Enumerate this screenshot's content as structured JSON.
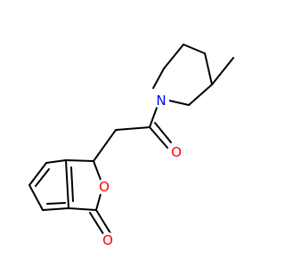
{
  "molecule": {
    "atoms": [
      {
        "id": "N1",
        "label": "N"
      },
      {
        "id": "O_ketone",
        "label": "O"
      },
      {
        "id": "O_ring",
        "label": "O"
      },
      {
        "id": "O_lactone",
        "label": "O"
      }
    ]
  },
  "colors": {
    "bond": "#000000",
    "nitrogen": "#0000ff",
    "oxygen": "#ff0000",
    "background": "#ffffff"
  }
}
